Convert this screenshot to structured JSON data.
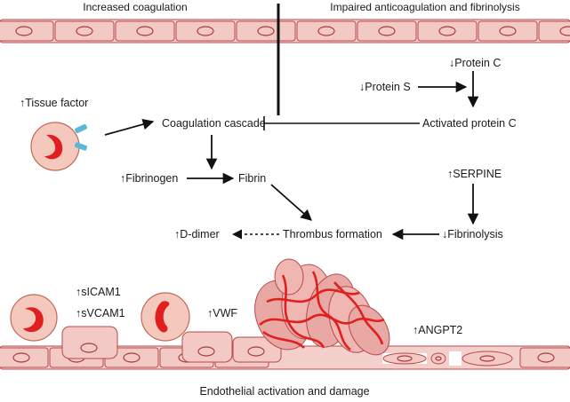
{
  "header": {
    "left": "Increased coagulation",
    "right": "Impaired anticoagulation and fibrinolysis"
  },
  "nodes": {
    "tissue_factor": "↑Tissue factor",
    "coagulation_cascade": "Coagulation cascade",
    "protein_c": "↓Protein C",
    "protein_s": "↓Protein S",
    "activated_protein_c": "Activated protein C",
    "fibrinogen": "↑Fibrinogen",
    "fibrin": "Fibrin",
    "serpine": "↑SERPINE",
    "thrombus_formation": "Thrombus formation",
    "d_dimer": "↑D-dimer",
    "fibrinolysis": "↓Fibrinolysis"
  },
  "markers": {
    "sicam1": "↑sICAM1",
    "svcam1": "↑sVCAM1",
    "vwf": "↑VWF",
    "angpt2": "↑ANGPT2"
  },
  "footer": "Endothelial activation and damage",
  "colors": {
    "cell_fill": "#f2c9c4",
    "cell_stroke": "#b84a4a",
    "nucleus_red": "#e02020",
    "receptor_blue": "#5bb8d8",
    "arrow": "#111111"
  }
}
